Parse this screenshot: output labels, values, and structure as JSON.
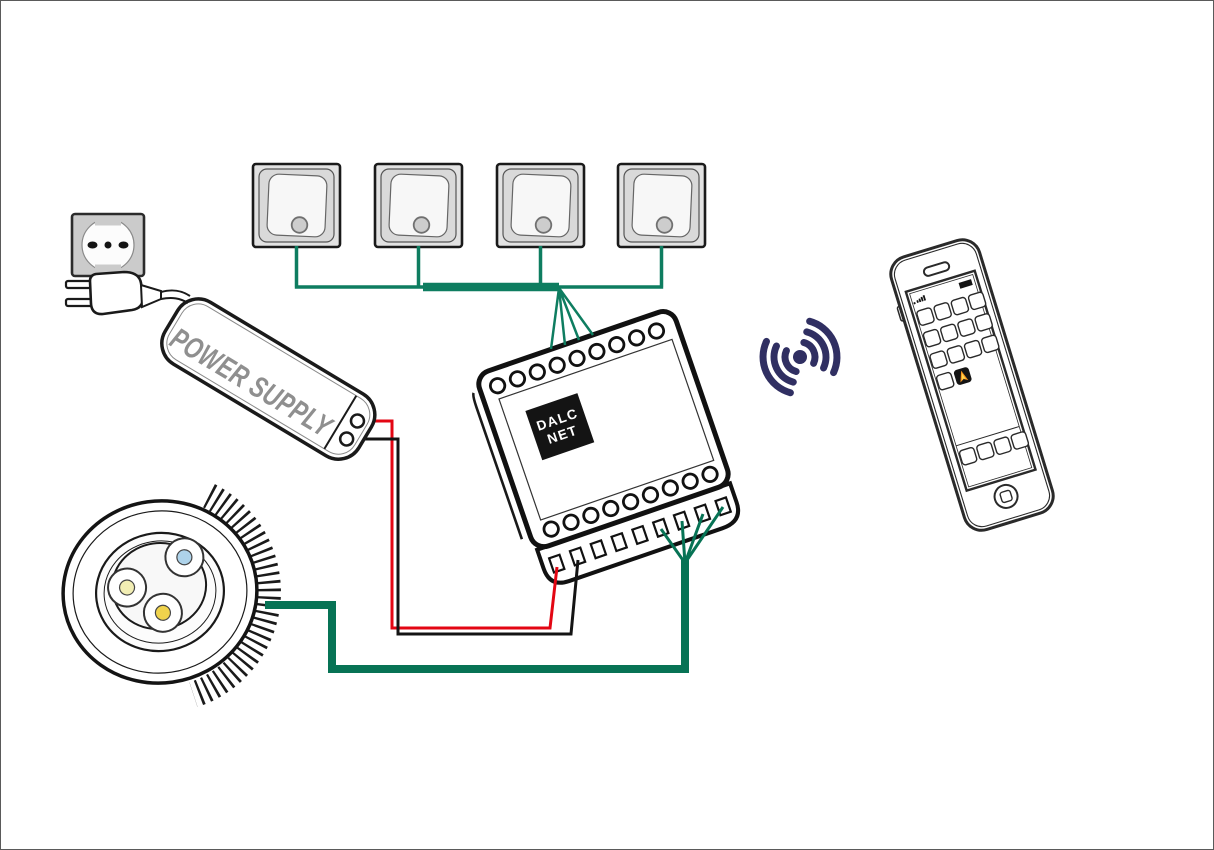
{
  "page": {
    "background": "#ffffff",
    "border_color": "#5a5a5a"
  },
  "power_supply": {
    "label": "POWER SUPPLY",
    "text_color": "#8f8f8f"
  },
  "controller": {
    "label_line1": "DALC",
    "label_line2": "NET",
    "label_bg": "#141414",
    "top_terminal_count": 9,
    "bottom_terminal_count": 9,
    "side_terminal_count": 9
  },
  "switches": {
    "count": 4
  },
  "led_downlight": {
    "led_count": 3,
    "led_colors": [
      "#aed3ea",
      "#f2eeb4",
      "#f0d34c"
    ]
  },
  "smartphone": {
    "app_rows": [
      4,
      4,
      4,
      2
    ],
    "dock_icon_count": 4,
    "special_app": {
      "bg": "#141414",
      "arrow_color": "#f7941d",
      "arrow_highlight": "#ffd54f"
    }
  },
  "wireless_signal": {
    "color": "#302f62",
    "arcs_per_side": 3
  },
  "wires": {
    "dali_bus": "#0e7d60",
    "led_wire": "#077355",
    "positive": "#e30613",
    "negative": "#141414"
  }
}
